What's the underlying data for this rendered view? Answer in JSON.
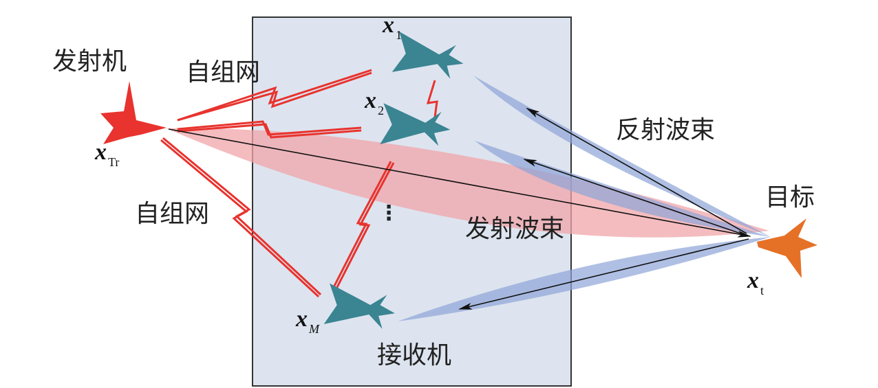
{
  "colors": {
    "receiver_area_fill": "#dde4ef",
    "receiver_area_stroke": "#333333",
    "receiver_aircraft": "#3b8492",
    "transmitter": "#e8332e",
    "target": "#e57127",
    "transmit_beam": "#f0a6aa",
    "reflect_beam": "#8ea4d8",
    "adhoc_link": "#e8332e",
    "arrow": "#111111"
  },
  "labels": {
    "transmitter": "发射机",
    "target": "目标",
    "receiver": "接收机",
    "adhoc_top": "自组网",
    "adhoc_bottom": "自组网",
    "reflect_beam": "反射波束",
    "transmit_beam": "发射波束",
    "ellipsis": "⋮"
  },
  "math": {
    "x1": {
      "base": "x",
      "sub": "1"
    },
    "x2": {
      "base": "x",
      "sub": "2"
    },
    "xM": {
      "base": "x",
      "sub": "M"
    },
    "xTr": {
      "base": "x",
      "sub": "Tr"
    },
    "xt": {
      "base": "x",
      "sub": "t"
    }
  },
  "icons": {
    "receiver_aircraft": "aircraft-icon",
    "transmitter": "star-burst-icon",
    "target": "star-burst-icon"
  }
}
